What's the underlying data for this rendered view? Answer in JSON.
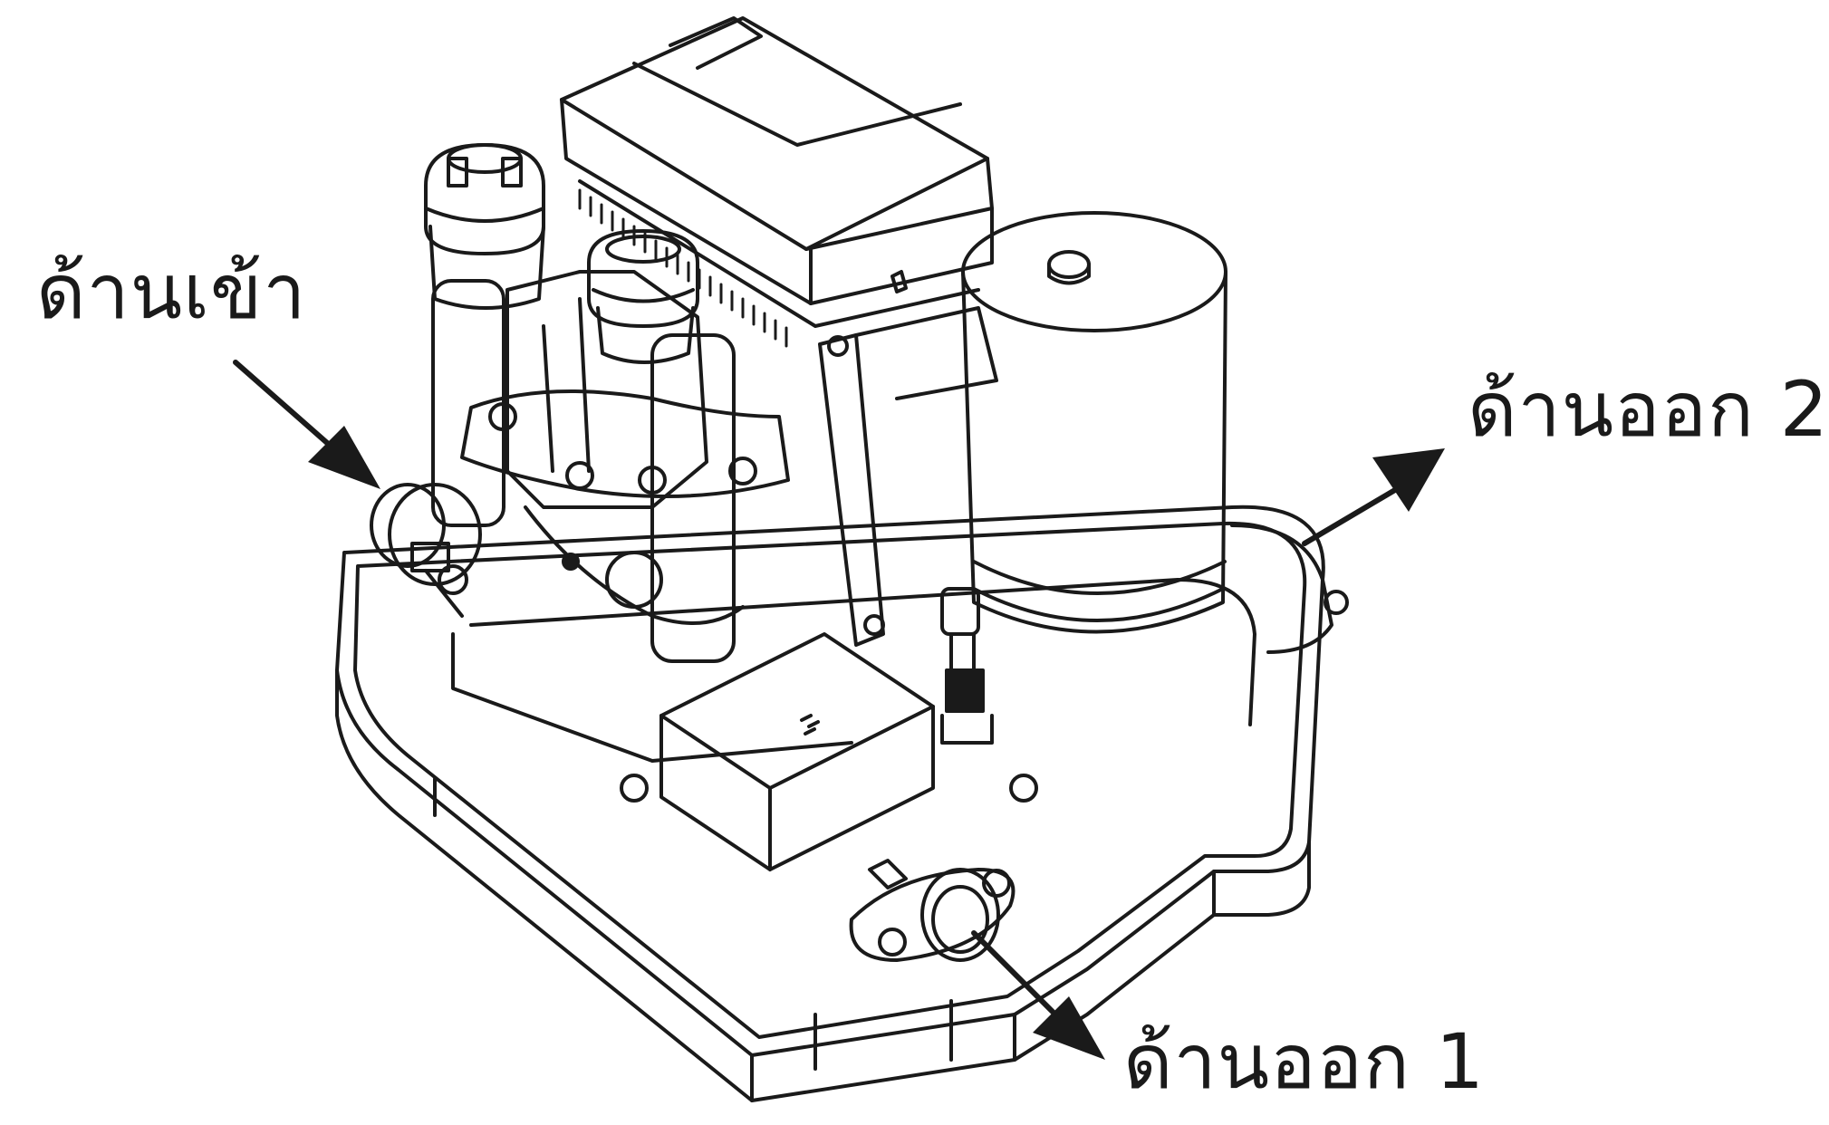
{
  "labels": {
    "inlet": "ด้านเข้า",
    "outlet_2": "ด้านออก 2",
    "outlet_1": "ด้านออก 1"
  },
  "colors": {
    "line": "#1a1a1a",
    "background": "#ffffff"
  }
}
